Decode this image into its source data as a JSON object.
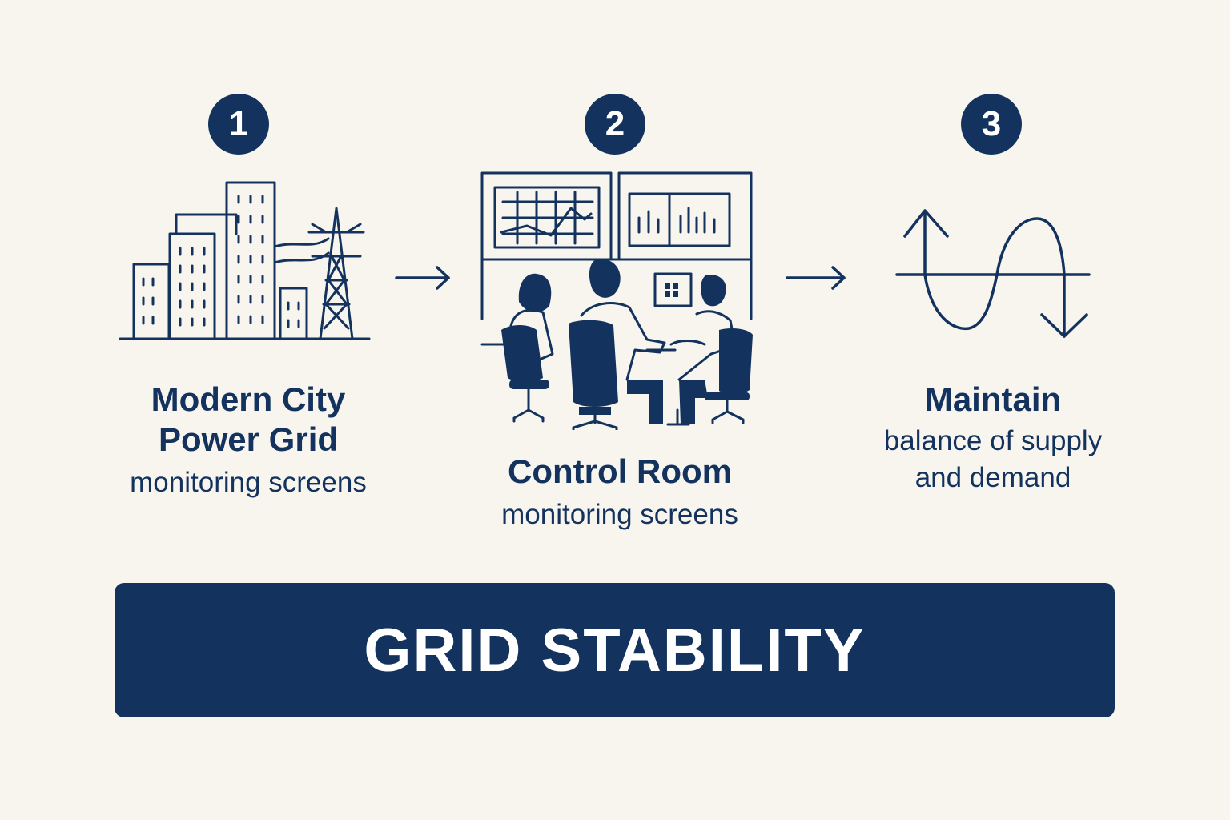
{
  "colors": {
    "ink": "#13335e",
    "background": "#f8f5ef",
    "banner_text": "#ffffff"
  },
  "steps": [
    {
      "number": "1",
      "icon": "city-power-grid-icon",
      "title_lines": [
        "Modern City",
        "Power Grid"
      ],
      "subtitle_lines": [
        "monitoring screens"
      ]
    },
    {
      "number": "2",
      "icon": "control-room-icon",
      "title_lines": [
        "Control Room"
      ],
      "subtitle_lines": [
        "monitoring screens"
      ]
    },
    {
      "number": "3",
      "icon": "sine-wave-balance-icon",
      "title_lines": [
        "Maintain"
      ],
      "subtitle_lines": [
        "balance of supply",
        "and demand"
      ]
    }
  ],
  "connectors": [
    "arrow-right-icon",
    "arrow-right-icon"
  ],
  "banner": {
    "label": "GRID STABILITY"
  }
}
